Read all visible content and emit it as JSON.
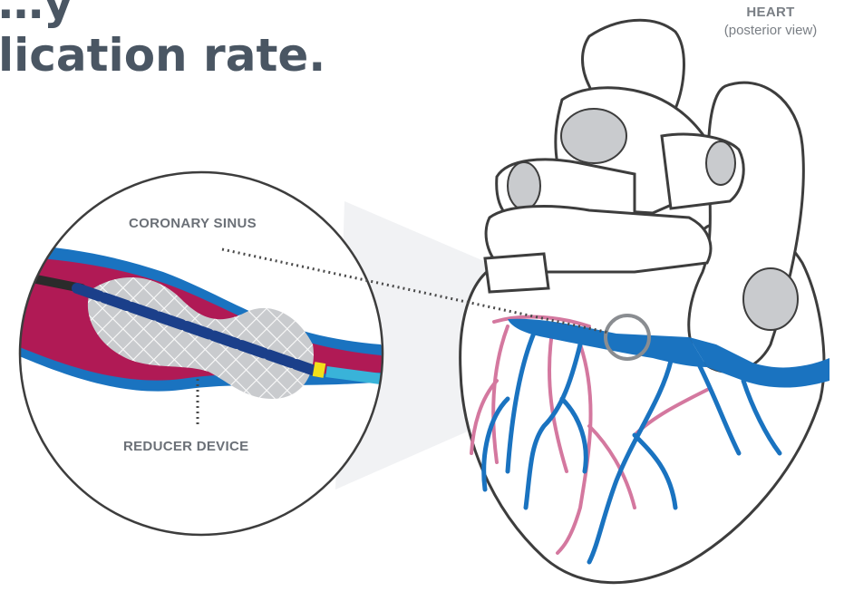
{
  "headline": {
    "line1": "…y",
    "line2": "lication rate."
  },
  "heart_label": {
    "title": "HEART",
    "subtitle": "(posterior view)"
  },
  "callouts": {
    "coronary_sinus": "CORONARY SINUS",
    "reducer_device": "REDUCER DEVICE"
  },
  "colors": {
    "headline": "#4a5663",
    "vein_blue": "#1a73c0",
    "artery_pink": "#d4789f",
    "vessel_wall_red": "#b01a55",
    "device_blue": "#1b3f8a",
    "marker_yellow": "#f2e01a",
    "outline": "#3d3d3d",
    "chamber_gray": "#c9cbce"
  }
}
